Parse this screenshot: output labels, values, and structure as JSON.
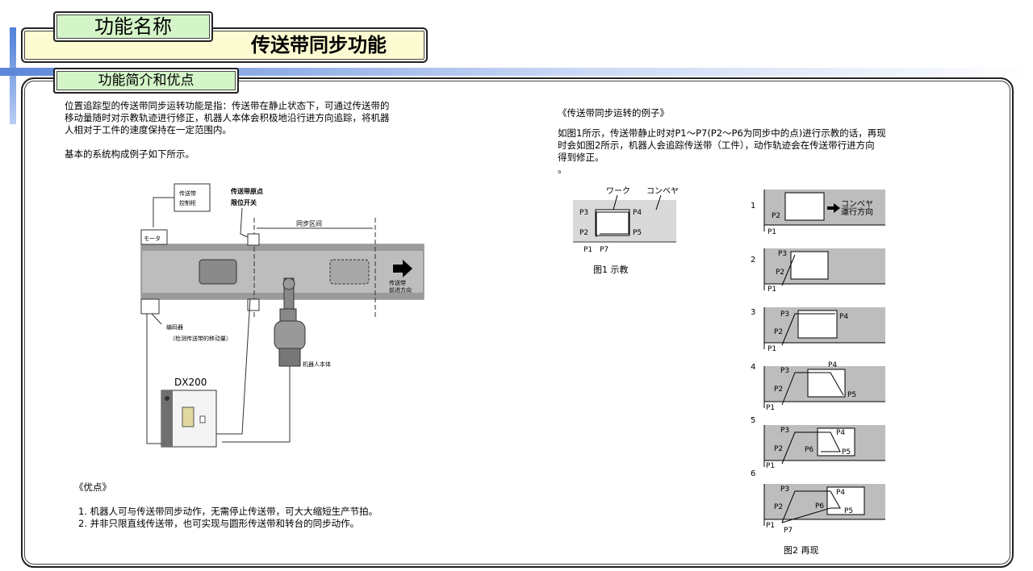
{
  "header": {
    "function_label": "功能名称",
    "function_name": "传送带同步功能",
    "intro_label": "功能简介和优点"
  },
  "left": {
    "description": [
      "位置追踪型的传送带同步运转功能是指：传送带在静止状态下，可通过传送带的",
      "移动量随时对示教轨迹进行修正，机器人本体会积极地沿行进方向追踪，将机器",
      "人相对于工件的速度保持在一定范围内。"
    ],
    "system_intro": "基本的系统构成例子如下所示。",
    "diagram": {
      "controller_box": [
        "传送带",
        "控制柜"
      ],
      "origin_switch": [
        "传送带原点",
        "限位开关"
      ],
      "sync_area": "同步区间",
      "motor": "モータ",
      "direction": [
        "传送带",
        "前进方向"
      ],
      "encoder": [
        "编码器",
        "（检测传送带的移动量）"
      ],
      "robot": "机器人本体",
      "controller": "DX200"
    },
    "advantages_title": "《优点》",
    "advantages": [
      "1. 机器人可与传送带同步动作，无需停止传送带，可大大缩短生产节拍。",
      "2. 并非只限直线传送带，也可实现与圆形传送带和转台的同步动作。"
    ]
  },
  "right": {
    "example_title": "《传送带同步运转的例子》",
    "example_text": [
      "如图1所示，传送带静止时对P1～P7(P2～P6为同步中的点)进行示教的话，再现",
      "时会如图2所示，机器人会追踪传送带（工件），动作轨迹会在传送带行进方向",
      "得到修正。"
    ],
    "dot": "。",
    "fig1": {
      "work_label": "ワーク",
      "conveyor_label": "コンベヤ",
      "caption": "图1  示教",
      "points": [
        "P3",
        "P4",
        "P2",
        "P5",
        "P1",
        "P7"
      ]
    },
    "fig2": {
      "caption": "图2  再现",
      "direction_label": [
        "コンベヤ",
        "運行方向"
      ],
      "step_numbers": [
        "1",
        "2",
        "3",
        "4",
        "5",
        "6"
      ],
      "points": [
        "P1",
        "P2",
        "P3",
        "P4",
        "P5",
        "P6",
        "P7"
      ]
    }
  }
}
